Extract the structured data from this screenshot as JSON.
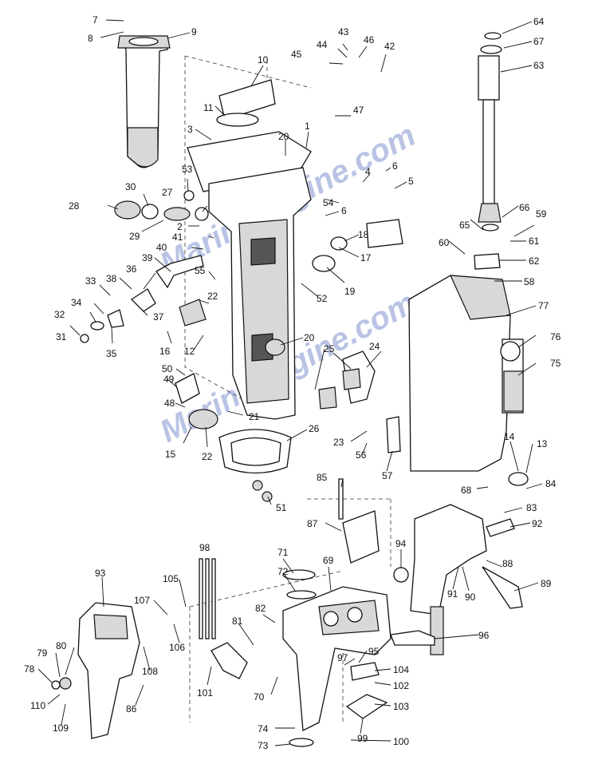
{
  "watermark": {
    "text": "MarineEngine.com"
  },
  "callouts": [
    "1",
    "2",
    "3",
    "4",
    "5",
    "6",
    "7",
    "8",
    "9",
    "10",
    "11",
    "12",
    "13",
    "14",
    "15",
    "16",
    "17",
    "18",
    "19",
    "20",
    "21",
    "22",
    "23",
    "24",
    "25",
    "26",
    "27",
    "28",
    "29",
    "30",
    "31",
    "32",
    "33",
    "34",
    "35",
    "36",
    "37",
    "38",
    "39",
    "40",
    "41",
    "42",
    "43",
    "44",
    "45",
    "46",
    "47",
    "48",
    "49",
    "50",
    "51",
    "52",
    "53",
    "54",
    "55",
    "56",
    "57",
    "58",
    "59",
    "60",
    "61",
    "62",
    "63",
    "64",
    "65",
    "66",
    "67",
    "68",
    "69",
    "70",
    "71",
    "72",
    "73",
    "74",
    "75",
    "76",
    "77",
    "78",
    "79",
    "80",
    "81",
    "82",
    "83",
    "84",
    "85",
    "86",
    "87",
    "88",
    "89",
    "90",
    "91",
    "92",
    "93",
    "94",
    "95",
    "96",
    "97",
    "98",
    "99",
    "100",
    "101",
    "102",
    "103",
    "104",
    "105",
    "106",
    "107",
    "108",
    "109",
    "110"
  ]
}
